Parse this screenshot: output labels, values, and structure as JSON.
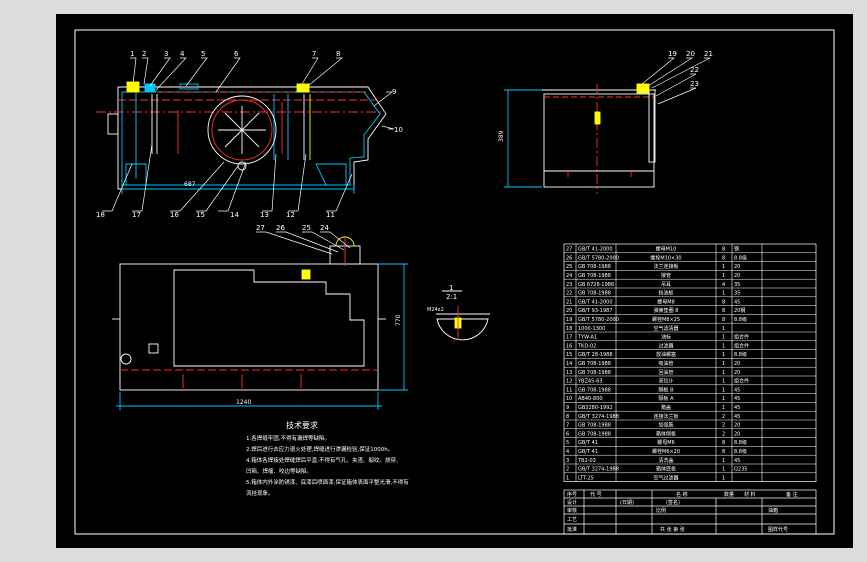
{
  "balloons": {
    "b1": "1",
    "b2": "2",
    "b3": "3",
    "b4": "4",
    "b5": "5",
    "b6": "6",
    "b7": "7",
    "b8": "8",
    "b9": "9",
    "b10": "10",
    "b11": "11",
    "b12": "12",
    "b13": "13",
    "b14": "14",
    "b15": "15",
    "b16": "16",
    "b17": "17",
    "b18": "18",
    "b19": "19",
    "b20": "20",
    "b21": "21",
    "b22": "22",
    "b23": "23",
    "b24": "24",
    "b25": "25",
    "b26": "26",
    "b27": "27"
  },
  "dimensions": {
    "front_width": "687",
    "side_height": "389",
    "plan_height": "770",
    "plan_width": "1240",
    "detail_small": "M24x2"
  },
  "section": {
    "num": "1",
    "den": "2:1"
  },
  "tech": {
    "title": "技术要求",
    "line1": "1.各焊缝牢固,不得有漏焊等缺陷。",
    "line2": "2.焊后进行去应力退火处理,焊缝进行渗漏检验,保证1000h。",
    "line3": "4.箱体各焊接处焊缝焊后平直,不得有气孔、夹渣、裂纹、烧穿、",
    "line4": "凹陷、焊瘤、咬边等缺陷。",
    "line5": "5.箱体内外涂防锈漆、底漆后喷面漆,保证箱体表面平整光滑,不得有",
    "line6": "流挂现象。"
  },
  "bom": [
    {
      "no": "27",
      "code": "GB/T 41-2000",
      "name": "螺母M10",
      "qty": "8",
      "mat": "钢"
    },
    {
      "no": "26",
      "code": "GB/T 5780-2000",
      "name": "螺栓M10×30",
      "qty": "8",
      "mat": "8.8级"
    },
    {
      "no": "25",
      "code": "GB 708-1988",
      "name": "法兰连接板",
      "qty": "1",
      "mat": "20"
    },
    {
      "no": "24",
      "code": "GB 708-1988",
      "name": "接管",
      "qty": "1",
      "mat": "20"
    },
    {
      "no": "23",
      "code": "GB 6728-1986",
      "name": "吊耳",
      "qty": "4",
      "mat": "35"
    },
    {
      "no": "22",
      "code": "GB 708-1988",
      "name": "挡油板",
      "qty": "1",
      "mat": "35"
    },
    {
      "no": "21",
      "code": "GB/T 41-2000",
      "name": "螺母M8",
      "qty": "8",
      "mat": "45"
    },
    {
      "no": "20",
      "code": "GB/T 93-1987",
      "name": "弹簧垫圈 8",
      "qty": "8",
      "mat": "20钢"
    },
    {
      "no": "19",
      "code": "GB/T 5780-2000",
      "name": "螺栓M8×25",
      "qty": "8",
      "mat": "8.8级"
    },
    {
      "no": "18",
      "code": "1000-1300",
      "name": "空气滤清器",
      "qty": "1",
      "mat": ""
    },
    {
      "no": "17",
      "code": "TYW-A1",
      "name": "油标",
      "qty": "1",
      "mat": "组合件"
    },
    {
      "no": "16",
      "code": "TKD-02",
      "name": "过滤器",
      "qty": "1",
      "mat": "组合件"
    },
    {
      "no": "15",
      "code": "GB/T 28-1988",
      "name": "放油螺塞",
      "qty": "1",
      "mat": "8.8级"
    },
    {
      "no": "14",
      "code": "GB 708-1988",
      "name": "吸油管",
      "qty": "1",
      "mat": "20"
    },
    {
      "no": "13",
      "code": "GB 708-1988",
      "name": "回油管",
      "qty": "1",
      "mat": "20"
    },
    {
      "no": "12",
      "code": "YBZ45-63",
      "name": "液位计",
      "qty": "1",
      "mat": "组合件"
    },
    {
      "no": "11",
      "code": "GB 708-1988",
      "name": "隔板 B",
      "qty": "1",
      "mat": "45"
    },
    {
      "no": "10",
      "code": "AB40-800",
      "name": "隔板 A",
      "qty": "1",
      "mat": "45"
    },
    {
      "no": "9",
      "code": "GB3280-1992",
      "name": "箱盖",
      "qty": "1",
      "mat": "45"
    },
    {
      "no": "8",
      "code": "GB/T 3274-1988",
      "name": "连接法兰板",
      "qty": "2",
      "mat": "45"
    },
    {
      "no": "7",
      "code": "GB 708-1988",
      "name": "加强筋",
      "qty": "2",
      "mat": "20"
    },
    {
      "no": "6",
      "code": "GB 708-1988",
      "name": "箱体侧板",
      "qty": "2",
      "mat": "20"
    },
    {
      "no": "5",
      "code": "GB/T 41",
      "name": "螺母M6",
      "qty": "8",
      "mat": "8.8级"
    },
    {
      "no": "4",
      "code": "GB/T 41",
      "name": "螺栓M6×20",
      "qty": "8",
      "mat": "8.8级"
    },
    {
      "no": "3",
      "code": "TB2-03",
      "name": "清洗盖",
      "qty": "1",
      "mat": "45"
    },
    {
      "no": "2",
      "code": "GB/T 3274-1988",
      "name": "箱体底板",
      "qty": "1",
      "mat": "Q235"
    },
    {
      "no": "1",
      "code": "LTT-25",
      "name": "空气过滤器",
      "qty": "1",
      "mat": ""
    }
  ],
  "title_block": {
    "hdr_no": "序号",
    "hdr_code": "代 号",
    "hdr_name": "名 称",
    "hdr_qty": "数量",
    "hdr_mat": "材 料",
    "hdr_note": "备 注",
    "design": "设计",
    "check": "审核",
    "craft": "工艺",
    "approve": "批准",
    "mark1": "(日期)",
    "mark2": "(签名)",
    "drawing_title": "油箱",
    "scale_label": "比例",
    "sheet_label": "共  张  第  张",
    "drawing_no": "图样代号"
  }
}
